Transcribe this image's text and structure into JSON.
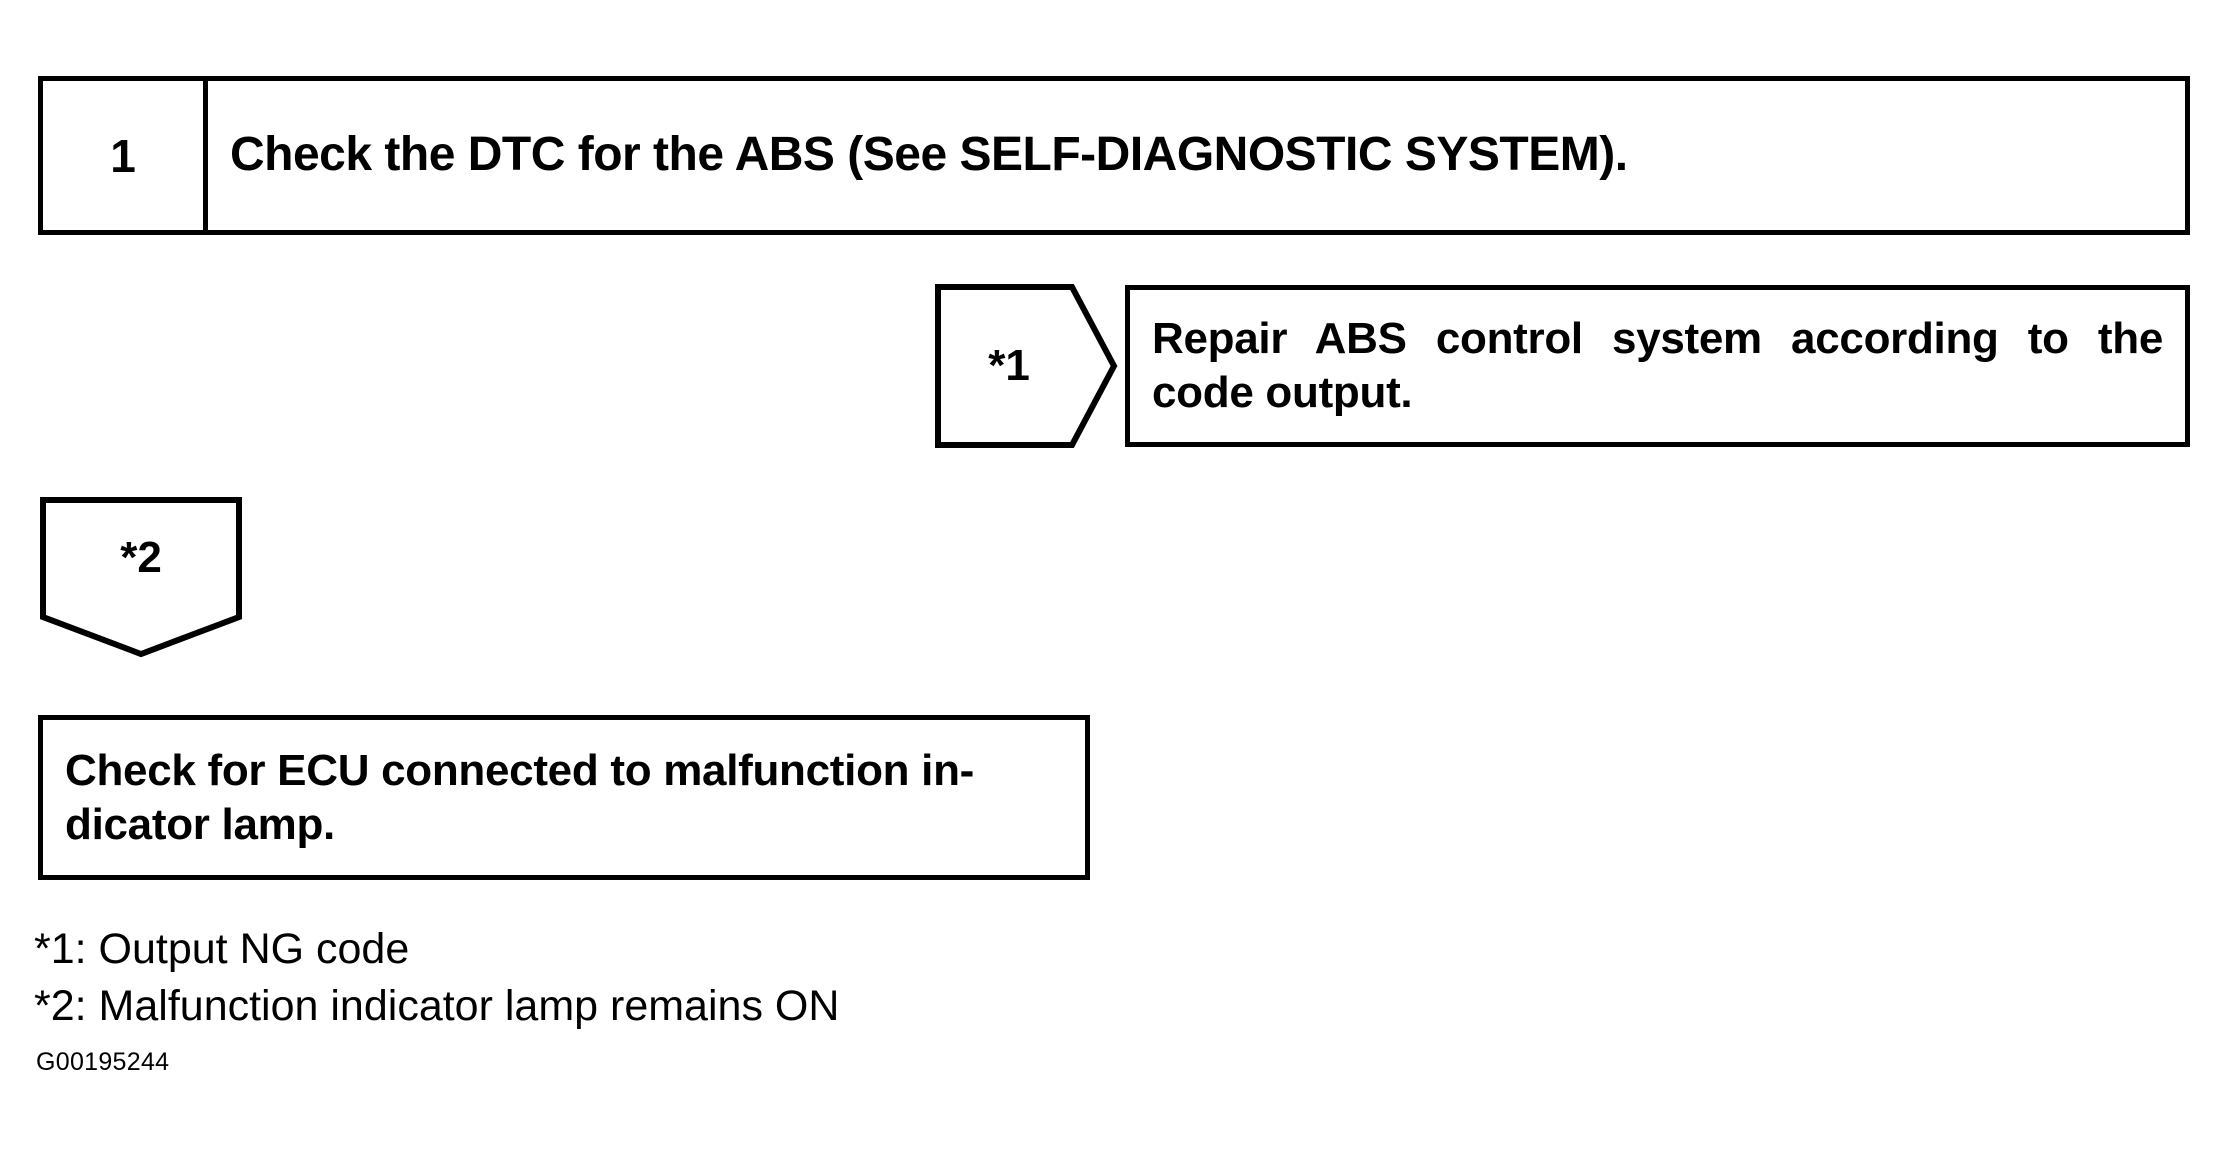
{
  "diagram": {
    "figure_id": "G00195244",
    "stroke_color": "#000000",
    "background_color": "#ffffff"
  },
  "step": {
    "number": "1",
    "instruction": "Check the DTC for the ABS (See SELF-DIAGNOSTIC SYSTEM)."
  },
  "branch_1": {
    "marker": "*1",
    "result_line_1": "Repair ABS control system according to the",
    "result_line_2": "code output."
  },
  "branch_2": {
    "marker": "*2",
    "next_step_line_1": "Check for ECU connected to malfunction in-",
    "next_step_line_2": "dicator lamp."
  },
  "footnotes": [
    "*1: Output NG code",
    "*2: Malfunction indicator lamp remains ON"
  ]
}
